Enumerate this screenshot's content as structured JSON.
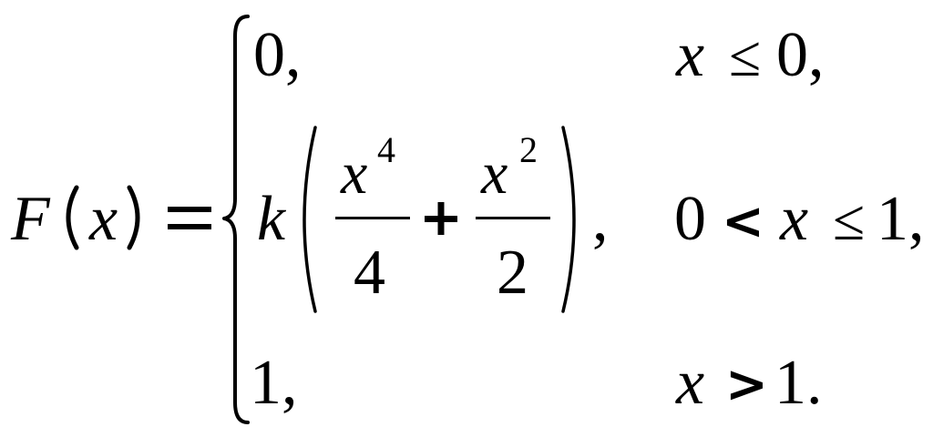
{
  "formula": {
    "lhs": {
      "function_name": "F",
      "open_paren": "(",
      "variable": "x",
      "close_paren": ")",
      "equals": "="
    },
    "cases": [
      {
        "expression": {
          "text": "0,"
        },
        "condition": {
          "variable": "x",
          "relation": "≤",
          "bound": "0,"
        }
      },
      {
        "expression": {
          "coefficient": "k",
          "open_paren": "(",
          "term1": {
            "base": "x",
            "exponent": "4",
            "denominator": "4"
          },
          "operator": "+",
          "term2": {
            "base": "x",
            "exponent": "2",
            "denominator": "2"
          },
          "close_paren": ")",
          "trailing": ","
        },
        "condition": {
          "lower": "0",
          "relation1": "<",
          "variable": "x",
          "relation2": "≤",
          "upper": "1,"
        }
      },
      {
        "expression": {
          "text": "1,"
        },
        "condition": {
          "variable": "x",
          "relation": ">",
          "bound": "1."
        }
      }
    ]
  }
}
